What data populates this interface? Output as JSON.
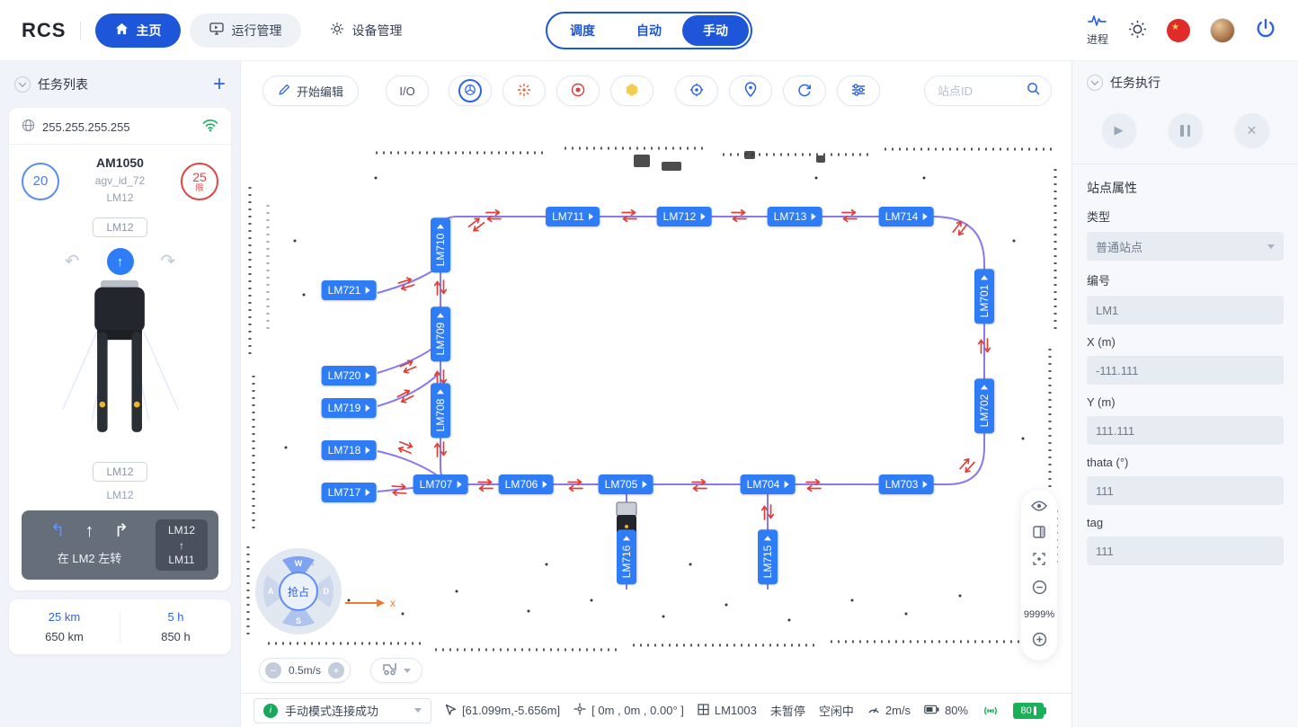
{
  "header": {
    "logo": "RCS",
    "nav": [
      {
        "label": "主页"
      },
      {
        "label": "运行管理"
      },
      {
        "label": "设备管理"
      }
    ],
    "modes": [
      {
        "label": "调度"
      },
      {
        "label": "自动"
      },
      {
        "label": "手动"
      }
    ],
    "process_label": "进程"
  },
  "icons": {
    "star": "★",
    "undo": "↶",
    "redo": "↷",
    "up": "↑",
    "turn_left": "↰",
    "turn_right": "↱",
    "play": "▶",
    "close": "×",
    "minus": "−",
    "plus": "+",
    "info": "i"
  },
  "left": {
    "title": "任务列表",
    "add_label": "+",
    "ip": "255.255.255.255",
    "count": "20",
    "model": "AM1050",
    "agv_id": "agv_id_72",
    "station": "LM12",
    "limit_value": "25",
    "limit_label": "限",
    "chip_top": "LM12",
    "chip_mid": "LM12",
    "label_bottom": "LM12",
    "action": {
      "from": "LM12",
      "to": "LM11",
      "caption": "在 LM2 左转"
    },
    "stats": {
      "trip_km": "25 km",
      "total_km": "650 km",
      "trip_h": "5 h",
      "total_h": "850 h"
    }
  },
  "map": {
    "toolbar": {
      "edit": "开始编辑",
      "io": "I/O",
      "search_placeholder": "站点ID",
      "tool_icons": [
        "route-network",
        "laser-points",
        "reflectors",
        "zones",
        "relocate",
        "station-pin",
        "refresh",
        "filter"
      ]
    },
    "stations": [
      {
        "label": "LM710"
      },
      {
        "label": "LM711"
      },
      {
        "label": "LM712"
      },
      {
        "label": "LM713"
      },
      {
        "label": "LM714"
      },
      {
        "label": "LM701"
      },
      {
        "label": "LM702"
      },
      {
        "label": "LM721"
      },
      {
        "label": "LM709"
      },
      {
        "label": "LM720"
      },
      {
        "label": "LM719"
      },
      {
        "label": "LM708"
      },
      {
        "label": "LM718"
      },
      {
        "label": "LM717"
      },
      {
        "label": "LM707"
      },
      {
        "label": "LM706"
      },
      {
        "label": "LM705"
      },
      {
        "label": "LM704"
      },
      {
        "label": "LM703"
      },
      {
        "label": "LM716"
      },
      {
        "label": "LM715"
      }
    ],
    "joystick": {
      "center": "抢占",
      "keys": [
        "W",
        "A",
        "S",
        "D"
      ],
      "axis_x": "x"
    },
    "speed": "0.5m/s",
    "zoom": "9999%",
    "status": {
      "message": "手动模式连接成功",
      "coords": "[61.099m,-5.656m]",
      "pose": "[ 0m , 0m , 0.00° ]",
      "station": "LM1003",
      "pause": "未暂停",
      "state": "空闲中",
      "speed": "2m/s",
      "battery_pct": "80%",
      "battery_level": "80"
    }
  },
  "right": {
    "title": "任务执行",
    "section": "站点属性",
    "fields": [
      {
        "label": "类型",
        "value": "普通站点"
      },
      {
        "label": "编号",
        "value": "LM1"
      },
      {
        "label": "X (m)",
        "value": "-111.111"
      },
      {
        "label": "Y (m)",
        "value": "111.111"
      },
      {
        "label": "thata (°)",
        "value": "111"
      },
      {
        "label": "tag",
        "value": "111"
      }
    ]
  }
}
